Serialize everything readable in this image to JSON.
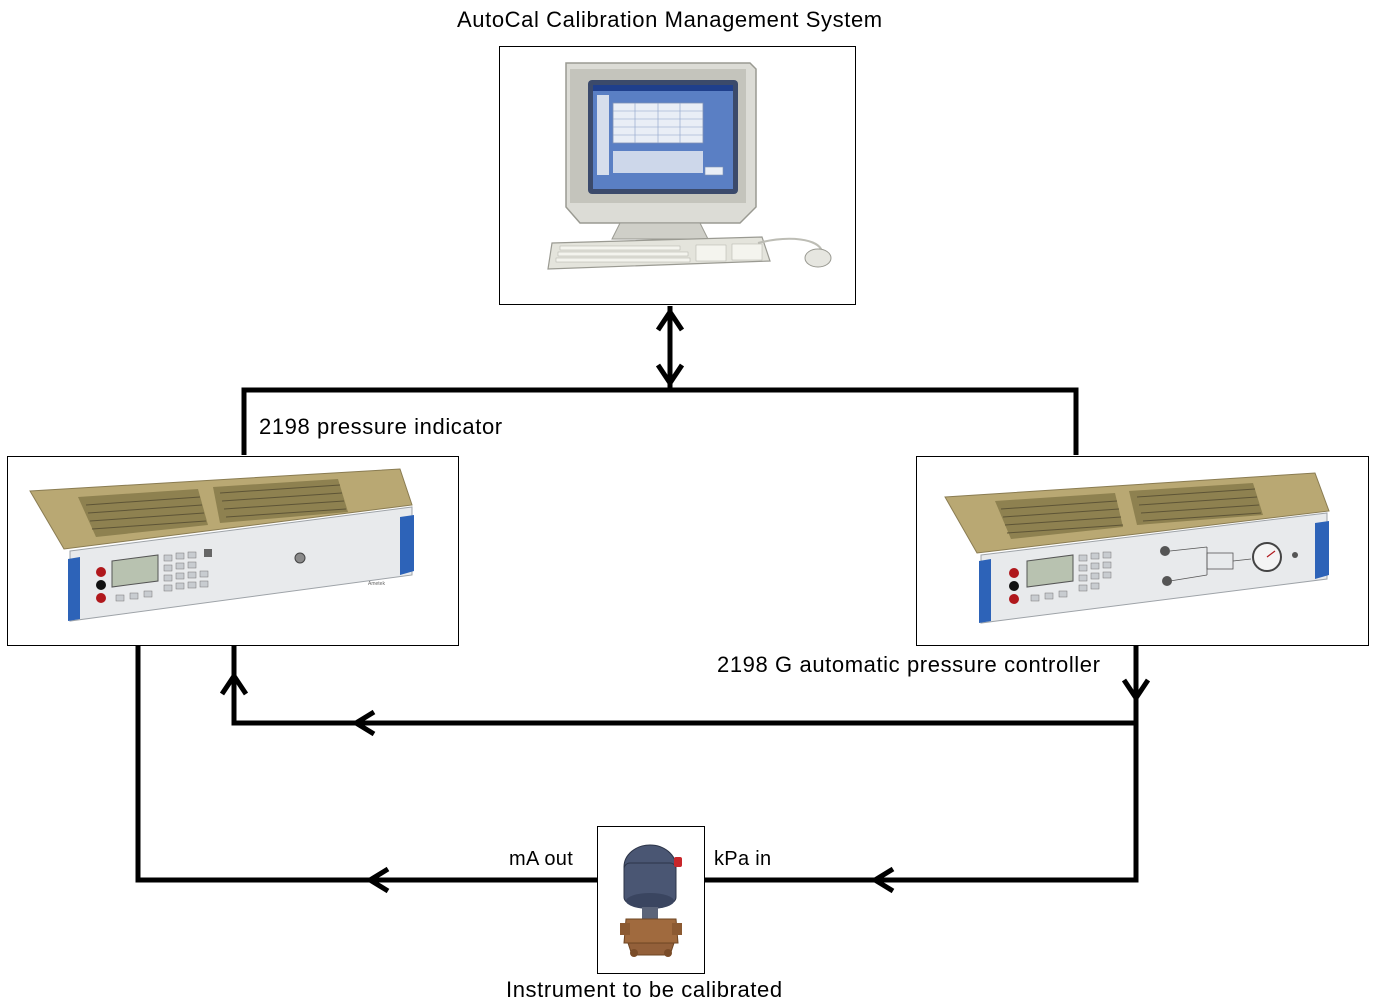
{
  "system": {
    "title": "AutoCal Calibration Management System"
  },
  "indicator": {
    "label": "2198 pressure indicator"
  },
  "controller": {
    "label": "2198 G automatic pressure controller"
  },
  "instrument": {
    "label": "Instrument to be calibrated",
    "output_label": "mA out",
    "input_label": "kPa in"
  },
  "colors": {
    "line": "#000000",
    "rack_panel": "#e8eaec",
    "rack_top": "#b9a873",
    "handle": "#2d63b8",
    "screen": "#5a7fc4",
    "monitor_case": "#dcdcd6",
    "transmitter_body": "#4a5673",
    "transmitter_base": "#a06a3e"
  }
}
